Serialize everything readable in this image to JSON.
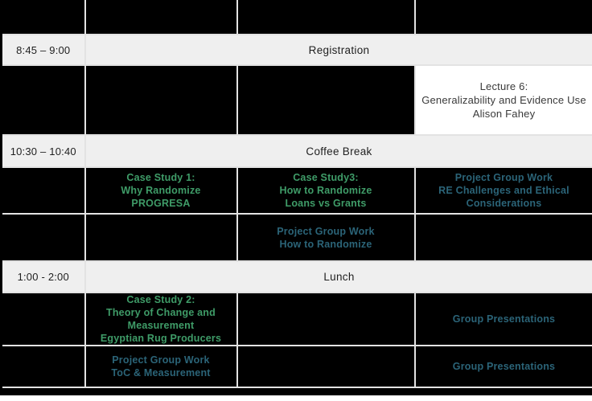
{
  "colors": {
    "session_green": "#3f9c68",
    "session_teal": "#2b6478",
    "break_row_gray": "#efefef",
    "cell_black": "#000000",
    "lecture_cell_white": "#ffffff"
  },
  "schedule": {
    "breaks": {
      "registration": {
        "time": "8:45 – 9:00",
        "label": "Registration"
      },
      "coffee": {
        "time": "10:30 – 10:40",
        "label": "Coffee Break"
      },
      "lunch": {
        "time": "1:00 - 2:00",
        "label": "Lunch"
      }
    },
    "sessions": {
      "lecture6": "Lecture 6:\nGeneralizability and Evidence Use\nAlison Fahey",
      "case_study_1": "Case Study 1:\nWhy Randomize\nPROGRESA",
      "case_study_3": "Case Study3:\nHow to Randomize\nLoans vs Grants",
      "pgw_ethics": "Project Group Work\nRE Challenges and Ethical Considerations",
      "pgw_how_to_randomize": "Project Group Work\nHow to Randomize",
      "case_study_2": "Case Study 2:\nTheory of Change and Measurement\nEgyptian Rug Producers",
      "pgw_toc": "Project Group Work\nToC & Measurement",
      "group_presentations_1": "Group Presentations",
      "group_presentations_2": "Group Presentations"
    }
  }
}
